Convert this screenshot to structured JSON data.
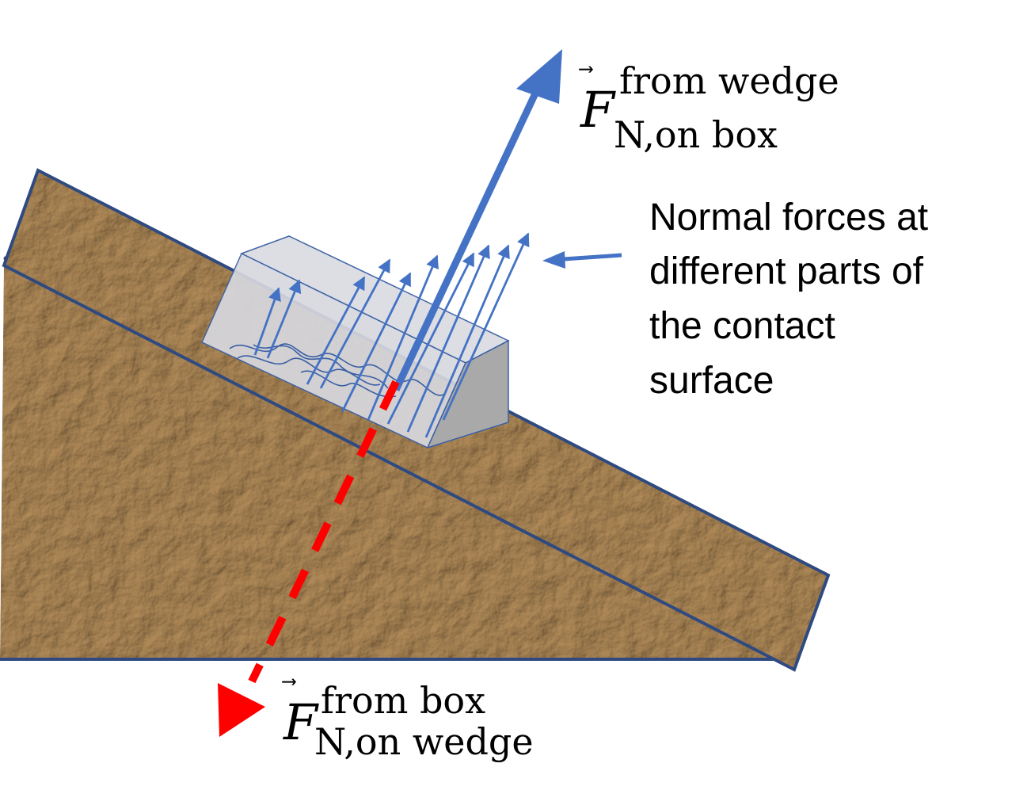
{
  "colors": {
    "wedge_fill": "#b08a58",
    "wedge_outline": "#2f4a80",
    "box_face": "#dcdde3",
    "box_side": "#a9a9a9",
    "normal_arrow": "#4472c4",
    "reaction_arrow": "#ff0000"
  },
  "label_box_force": {
    "symbol": "F",
    "arrow": "⃗",
    "superscript": "from wedge",
    "subscript": "N,on box"
  },
  "label_wedge_force": {
    "symbol": "F",
    "arrow": "⃗",
    "superscript": "from box",
    "subscript": "N,on wedge"
  },
  "annotation": {
    "lines": [
      "Normal forces at",
      "different parts of",
      "the contact",
      "surface"
    ]
  }
}
